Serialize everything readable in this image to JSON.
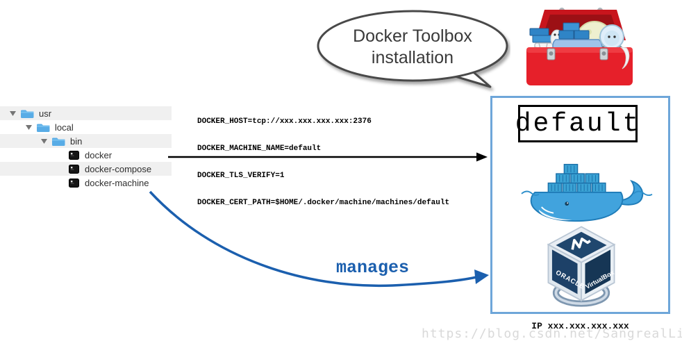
{
  "bubble": {
    "line1": "Docker Toolbox",
    "line2": "installation"
  },
  "tree": {
    "items": [
      {
        "label": "usr",
        "type": "folder"
      },
      {
        "label": "local",
        "type": "folder"
      },
      {
        "label": "bin",
        "type": "folder"
      },
      {
        "label": "docker",
        "type": "executable"
      },
      {
        "label": "docker-compose",
        "type": "executable"
      },
      {
        "label": "docker-machine",
        "type": "executable"
      }
    ]
  },
  "env": {
    "lines": [
      "DOCKER_HOST=tcp://xxx.xxx.xxx.xxx:2376",
      "DOCKER_MACHINE_NAME=default",
      "DOCKER_TLS_VERIFY=1",
      "DOCKER_CERT_PATH=$HOME/.docker/machine/machines/default"
    ]
  },
  "arrows": {
    "manages_label": "manages"
  },
  "vm_panel": {
    "machine_name": "default",
    "ip_label": "IP xxx.xxx.xxx.xxx",
    "virtualbox": {
      "brand_left": "ORACLE",
      "brand_right": "VirtualBox"
    }
  },
  "watermark": "https://blog.csdn.net/SangrealLilith",
  "icons": {
    "tree_folder": "folder-icon",
    "tree_executable": "terminal-icon",
    "disclosure": "chevron-down-icon"
  },
  "colors": {
    "accent_blue": "#1b5fae",
    "panel_border": "#6ea6d9",
    "folder_blue": "#58ace6",
    "row_stripe": "#f0f0f0",
    "toolbox_red": "#e31c23",
    "docker_blue": "#41a3dd",
    "vbox_navy": "#1d4168"
  }
}
